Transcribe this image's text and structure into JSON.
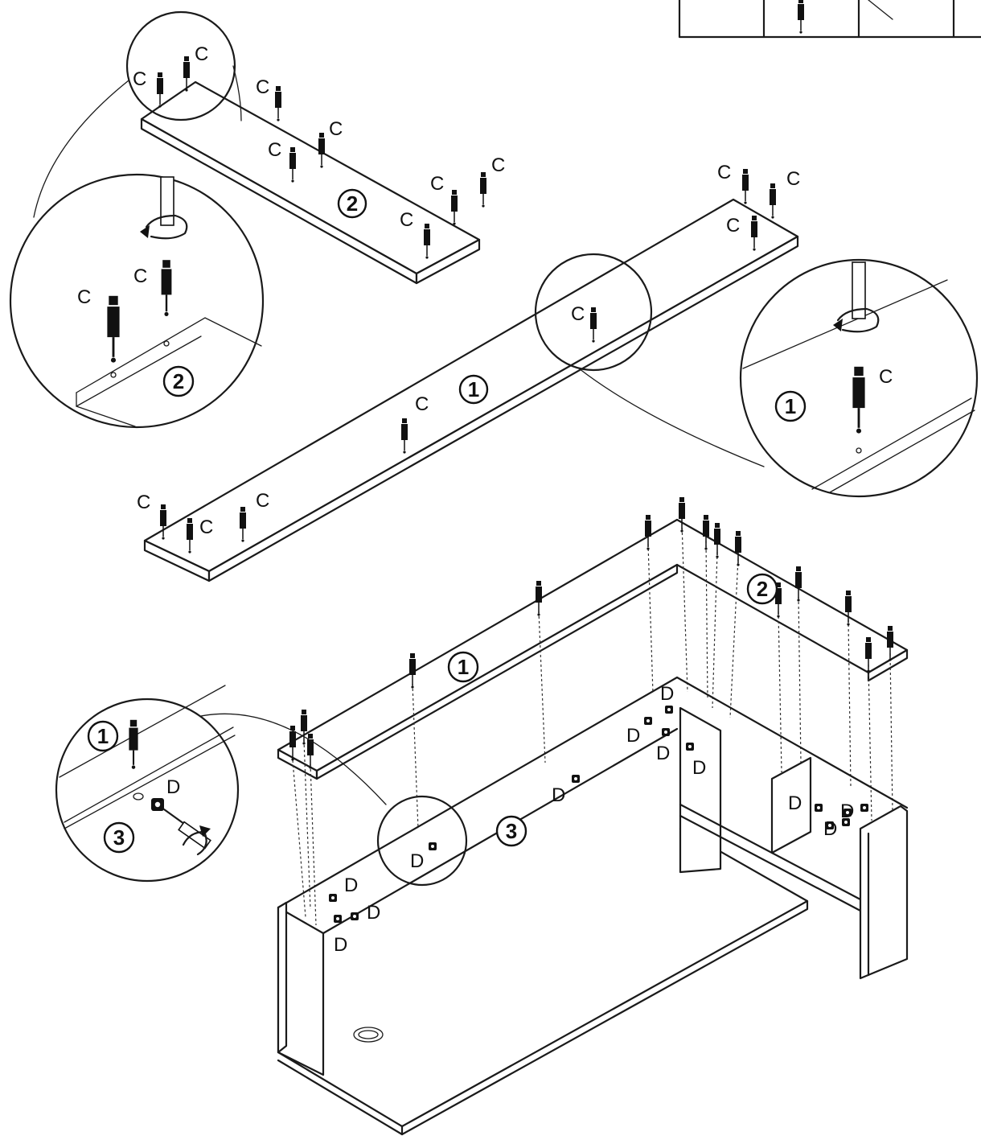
{
  "labels": {
    "cam_bolt": "C",
    "cam_lock": "D"
  },
  "parts": {
    "top_panel": "1",
    "side_panel": "2",
    "desk_body": "3"
  }
}
